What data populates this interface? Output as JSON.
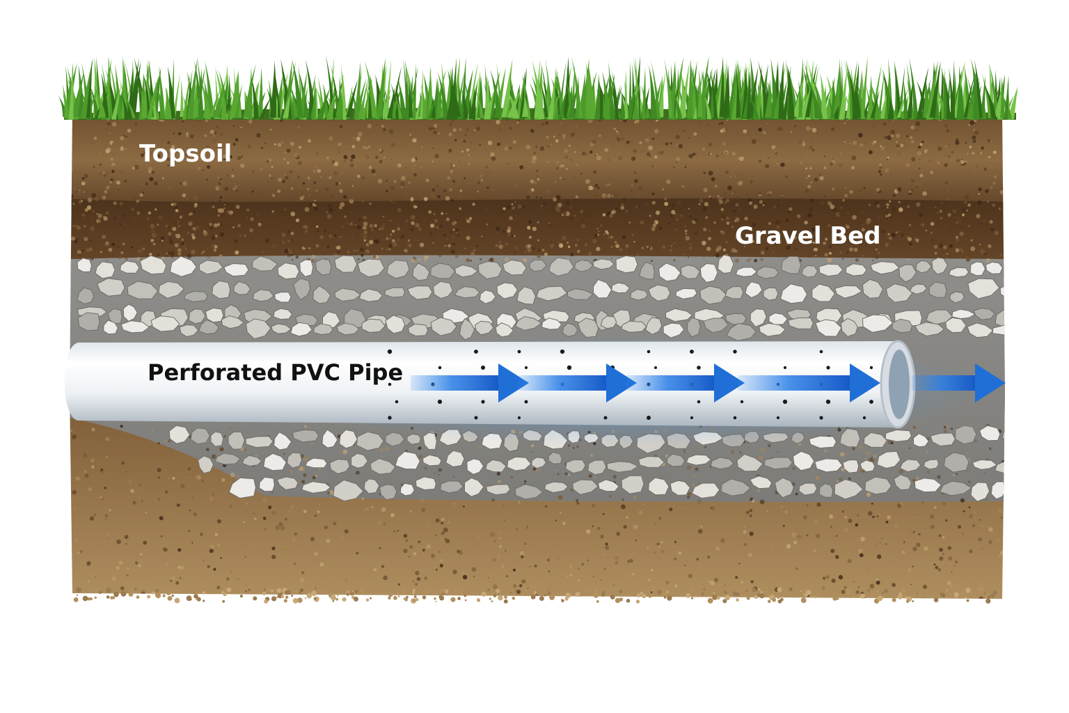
{
  "labels": {
    "topsoil": "Topsoil",
    "gravel_bed": "Gravel Bed",
    "pipe": "Perforated PVC Pipe"
  },
  "colors": {
    "background": "#ffffff",
    "grass_dark": "#3f7f22",
    "grass_light": "#7cc24a",
    "topsoil": "#8a6a42",
    "subsoil": "#5a3d22",
    "deep_soil": "#9a7a52",
    "gravel_light": "#d6d3cc",
    "gravel_dark": "#8d8b87",
    "pipe_white": "#f2f4f6",
    "pipe_shadow": "#b9c3cc",
    "water_arrow": "#1f6fd6",
    "label_white": "#ffffff",
    "label_black": "#111111"
  },
  "icons": {
    "flow": "arrow-right-icon"
  },
  "flow_arrow_count": 5
}
